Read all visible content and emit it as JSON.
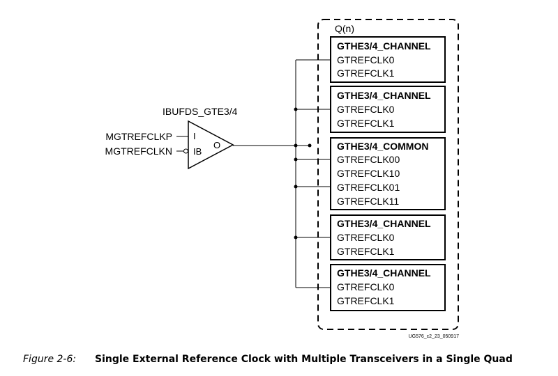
{
  "quad_label": "Q(n)",
  "buffer": {
    "name": "IBUFDS_GTE3/4",
    "input_p": "MGTREFCLKP",
    "input_n": "MGTREFCLKN",
    "pin_i": "I",
    "pin_ib": "IB",
    "pin_o": "O"
  },
  "blocks": [
    {
      "title": "GTHE3/4_CHANNEL",
      "ports": [
        "GTREFCLK0",
        "GTREFCLK1"
      ]
    },
    {
      "title": "GTHE3/4_CHANNEL",
      "ports": [
        "GTREFCLK0",
        "GTREFCLK1"
      ]
    },
    {
      "title": "GTHE3/4_COMMON",
      "ports": [
        "GTREFCLK00",
        "GTREFCLK10",
        "GTREFCLK01",
        "GTREFCLK11"
      ]
    },
    {
      "title": "GTHE3/4_CHANNEL",
      "ports": [
        "GTREFCLK0",
        "GTREFCLK1"
      ]
    },
    {
      "title": "GTHE3/4_CHANNEL",
      "ports": [
        "GTREFCLK0",
        "GTREFCLK1"
      ]
    }
  ],
  "figure_id": "UG576_c2_23_050917",
  "caption": {
    "number": "Figure 2-6:",
    "title": "Single External Reference Clock with Multiple Transceivers in a Single Quad"
  }
}
